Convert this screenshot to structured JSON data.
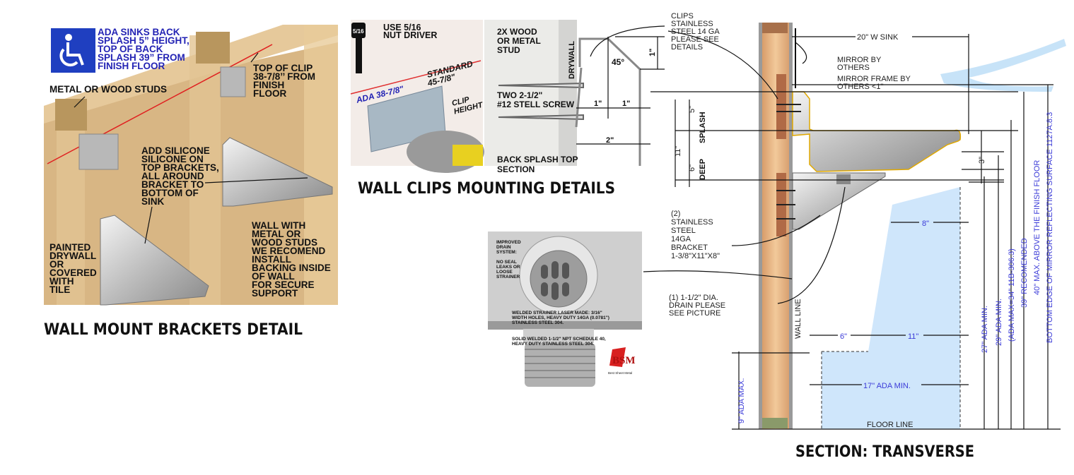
{
  "wall_mount": {
    "title": "WALL MOUNT BRACKETS DETAIL",
    "ada_icon": "wheelchair-accessibility-icon",
    "ada_note": [
      "ADA SINKS BACK",
      "SPLASH 5” HEIGHT,",
      "TOP OF BACK",
      "SPLASH 39” FROM",
      "FINISH FLOOR"
    ],
    "top_clip": [
      "TOP OF CLIP",
      "38-7/8’’ FROM",
      "FINISH",
      "FLOOR"
    ],
    "studs": "METAL OR WOOD STUDS",
    "silicone": [
      "ADD SILICONE",
      "SILICONE ON",
      "TOP BRACKETS,",
      "ALL AROUND",
      "BRACKET TO",
      "BOTTOM OF",
      "SINK"
    ],
    "drywall": [
      "PAINTED",
      "DRYWALL",
      "OR",
      "COVERED",
      "WITH",
      "TILE"
    ],
    "wall": [
      "WALL WITH",
      "METAL OR",
      "WOOD STUDS",
      "WE RECOMEND",
      "INSTALL",
      "BACKING INSIDE",
      "OF WALL",
      "FOR SECURE",
      "SUPPORT"
    ],
    "colors": {
      "wood": "#d8b684",
      "ada_blue": "#1f3fc0",
      "red_line": "#e02020"
    }
  },
  "wall_clips": {
    "title": "WALL CLIPS MOUNTING DETAILS",
    "socket": "5/16",
    "nut_driver": [
      "USE 5/16",
      "NUT DRIVER"
    ],
    "ada_height": "ADA  38-7/8\"",
    "standard": "STANDARD",
    "standard_height": "45-7/8\"",
    "clip_height": [
      "CLIP",
      "HEIGHT"
    ],
    "stud": [
      "2X WOOD",
      "OR METAL",
      "STUD"
    ],
    "drywall": "DRYWALL",
    "screw": [
      "TWO 2-1/2\"",
      "#12 STELL SCREW"
    ],
    "angle": "45°",
    "dim_1_vertical": "1\"",
    "dim_1_left": "1\"",
    "dim_1_right": "1\"",
    "dim_2": "2\"",
    "back_splash": [
      "BACK SPLASH TOP",
      "SECTION"
    ]
  },
  "drain": {
    "improved": [
      "IMPROVED",
      "DRAIN",
      "SYSTEM:"
    ],
    "no_seal": [
      "NO SEAL",
      "LEAKS OR",
      "LOOSE",
      "STRAINER"
    ],
    "welded": [
      "WELDED STRAINER LASER MADE: 3/16\"",
      "WIDTH HOLES, HEAVY DUTY 14GA (0.0781'')",
      "STAINLESS STEEL 304."
    ],
    "solid": [
      "SOLID WELDED 1-1/2\" NPT SCHEDULE 40,",
      "HEAVY DUTY STAINLESS STEEL 304."
    ],
    "logo": "BSM",
    "logo_caption": "Best Sheet Metal"
  },
  "section": {
    "title": "SECTION: TRANSVERSE",
    "clips": [
      "CLIPS",
      "STAINLESS",
      "STEEL 14 GA",
      "PLEASE SEE",
      "DETAILS"
    ],
    "sink_width": "20\" W SINK",
    "mirror": [
      "MIRROR BY",
      "OTHERS"
    ],
    "mirror_frame": [
      "MIRROR FRAME BY",
      "OTHERS <1\""
    ],
    "splash_dim": "5\"",
    "splash": "SPLASH",
    "deep_dim": "6\"",
    "deep": "DEEP",
    "total_dim": "11\"",
    "bracket": [
      "(2)",
      "STAINLESS",
      "STEEL",
      "14GA",
      "BRACKET",
      "1-3/8\"X11\"X8\""
    ],
    "drain": [
      "(1) 1-1/2\" DIA.",
      "DRAIN PLEASE",
      "SEE PICTURE"
    ],
    "wall_line": "WALL LINE",
    "floor_line": "FLOOR LINE",
    "dim_3": "3\"",
    "dim_8": "8\"",
    "dim_6": "6\"",
    "dim_11": "11\"",
    "knee_17": "17\" ADA MIN.",
    "toe_9": "9\" ADA MAX.",
    "h27": "27\" ADA MIN.",
    "h29": "29\" ADA MIN.",
    "h34": "(ADA MAX=34\" 11B-306.3)",
    "h39": "39\" RECOMENDED",
    "h40": "40\" MAX. ABOVE THE FINISH FLOOR",
    "mirror_edge": "BOTTOM EDGE OF MIRROR REFLECTING SURFACE 1127A.8.3",
    "colors": {
      "knee_space": "#cfe6fb",
      "dimension_blue": "#3b3bd8",
      "sink_outline": "#e0a800"
    }
  }
}
